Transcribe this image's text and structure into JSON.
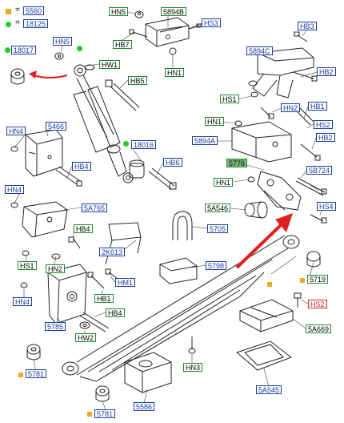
{
  "legend": {
    "orange_code": "5560",
    "green_code": "18125",
    "equals": "="
  },
  "labels": {
    "hn5": "HN5",
    "l5894b": "5894B",
    "hs3": "HS3",
    "hb7": "HB7",
    "hn1_top": "HN1",
    "hn5_left": "HN5",
    "l18017": "18017",
    "hw1": "HW1",
    "hb5": "HB5",
    "hb3": "HB3",
    "l5894c": "5894C",
    "hb2_top": "HB2",
    "hs1_right": "HS1",
    "hn2_right": "HN2",
    "hb1_right": "HB1",
    "hn1_mid": "HN1",
    "hs2_right": "HS2",
    "l5894a": "5894A",
    "hb2_mid": "HB2",
    "hn4_left": "HN4",
    "l5466": "5466",
    "l18016": "18016",
    "hb4_left": "HB4",
    "hb6": "HB6",
    "l5776": "5776",
    "l5b724": "5B724",
    "hn1_low": "HN1",
    "hn4_mid": "HN4",
    "l5a765": "5A765",
    "l5a546": "5A546",
    "hs4": "HS4",
    "l5705": "5705",
    "hb4_mid": "HB4",
    "l2k613": "2K613",
    "hs1_left": "HS1",
    "hn2_left": "HN2",
    "l5798": "5798",
    "hm1": "HM1",
    "hb1_low": "HB1",
    "l5719": "5719",
    "hn4_low": "HN4",
    "hs2_red": "HS2",
    "hb4_low": "HB4",
    "l5785": "5785",
    "hw2": "HW2",
    "l5a669": "5A669",
    "l5781_left": "5781",
    "hn3": "HN3",
    "l5a545": "5A545",
    "l5586": "5586",
    "l5781_bottom": "5781"
  },
  "colors": {
    "label_blue": "#1a3a9e",
    "label_green": "#1f8a2a",
    "label_red": "#d62020",
    "orange_marker": "#f5a623",
    "green_marker": "#22cc22",
    "arrow_red": "#e02020",
    "line_art": "#222222"
  }
}
